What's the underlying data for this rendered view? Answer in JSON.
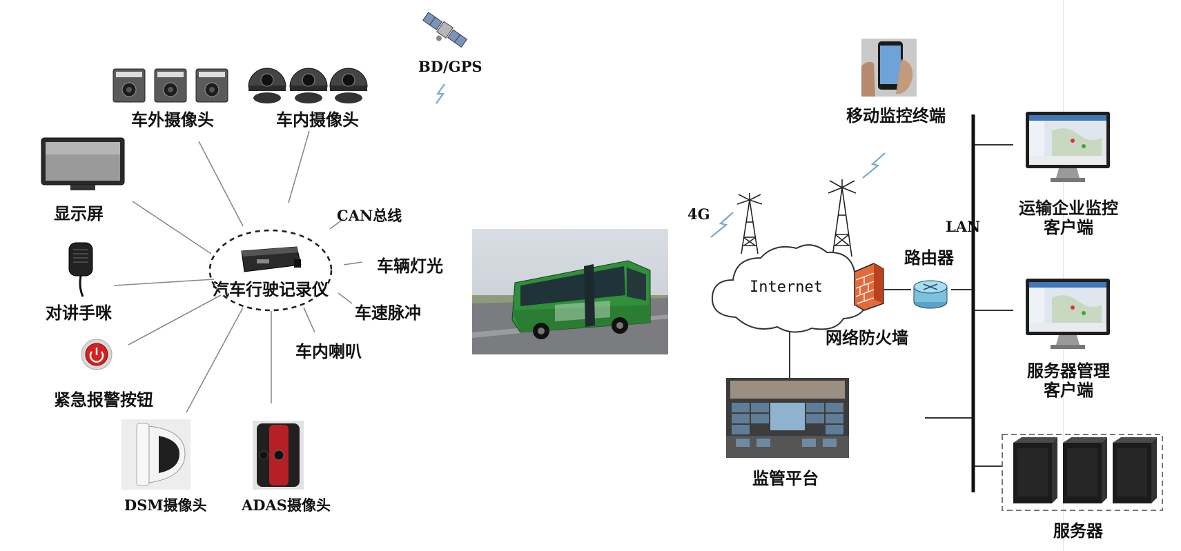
{
  "diagram": {
    "vehicle_side": {
      "recorder": "汽车行驶记录仪",
      "gnss": "BD/GPS",
      "peripherals": {
        "exterior_camera": "车外摄像头",
        "interior_camera": "车内摄像头",
        "display": "显示屏",
        "can_bus": "CAN总线",
        "vehicle_lights": "车辆灯光",
        "intercom_mic": "对讲手咪",
        "speed_pulse": "车速脉冲",
        "cabin_speaker": "车内喇叭",
        "emergency_button": "紧急报警按钮",
        "dsm_camera": "DSM摄像头",
        "adas_camera": "ADAS摄像头"
      }
    },
    "network_side": {
      "cellular": "4G",
      "internet": "Internet",
      "mobile_terminal": "移动监控终端",
      "firewall": "网络防火墙",
      "router": "路由器",
      "lan": "LAN",
      "supervision_platform": "监管平台",
      "transport_client": [
        "运输企业监控",
        "客户端"
      ],
      "server_mgmt_client": [
        "服务器管理",
        "客户端"
      ],
      "servers": "服务器"
    }
  }
}
